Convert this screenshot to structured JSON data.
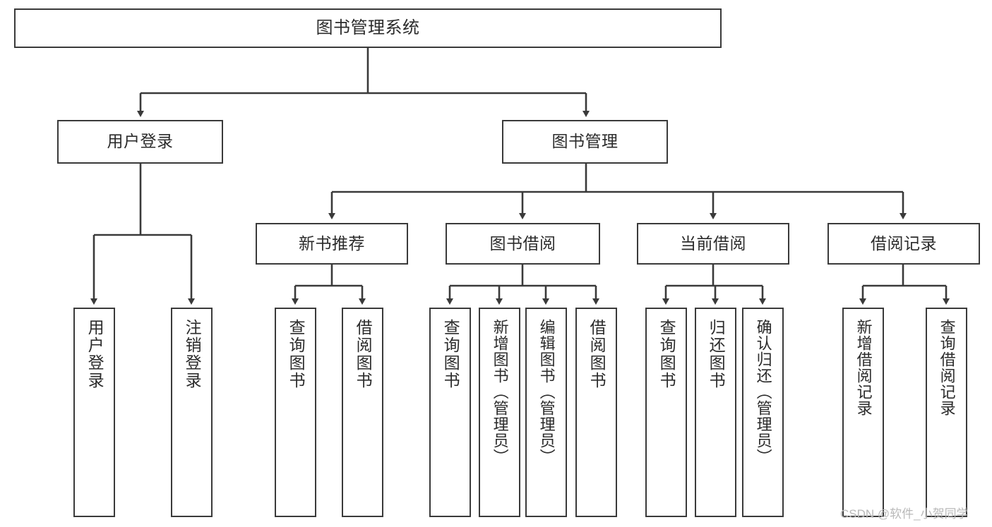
{
  "diagram": {
    "title": "图书管理系统",
    "type": "tree-hierarchy",
    "watermark": "CSDN @软件_小贺同学",
    "colors": {
      "stroke": "#3a3a3a",
      "text": "#2b2b2b",
      "background": "#ffffff",
      "watermark": "#b9b9b9"
    },
    "nodes": {
      "root": {
        "label": "图书管理系统"
      },
      "level2": [
        {
          "id": "user-login",
          "label": "用户登录"
        },
        {
          "id": "book-manage",
          "label": "图书管理"
        }
      ],
      "level3": [
        {
          "id": "new-book-recommend",
          "label": "新书推荐"
        },
        {
          "id": "book-borrow",
          "label": "图书借阅"
        },
        {
          "id": "current-borrow",
          "label": "当前借阅"
        },
        {
          "id": "borrow-record",
          "label": "借阅记录"
        }
      ],
      "leaves": {
        "user-login": [
          {
            "id": "leaf-user-login",
            "label": "用户登录"
          },
          {
            "id": "leaf-user-logout",
            "label": "注销登录"
          }
        ],
        "new-book-recommend": [
          {
            "id": "leaf-query-book-1",
            "label": "查询图书"
          },
          {
            "id": "leaf-borrow-book-1",
            "label": "借阅图书"
          }
        ],
        "book-borrow": [
          {
            "id": "leaf-query-book-2",
            "label": "查询图书"
          },
          {
            "id": "leaf-add-book",
            "label": "新增图书（管理员）"
          },
          {
            "id": "leaf-edit-book",
            "label": "编辑图书（管理员）"
          },
          {
            "id": "leaf-borrow-book-2",
            "label": "借阅图书"
          }
        ],
        "current-borrow": [
          {
            "id": "leaf-query-book-3",
            "label": "查询图书"
          },
          {
            "id": "leaf-return-book",
            "label": "归还图书"
          },
          {
            "id": "leaf-confirm-return",
            "label": "确认归还（管理员）"
          }
        ],
        "borrow-record": [
          {
            "id": "leaf-add-record",
            "label": "新增借阅记录"
          },
          {
            "id": "leaf-query-record",
            "label": "查询借阅记录"
          }
        ]
      }
    }
  }
}
